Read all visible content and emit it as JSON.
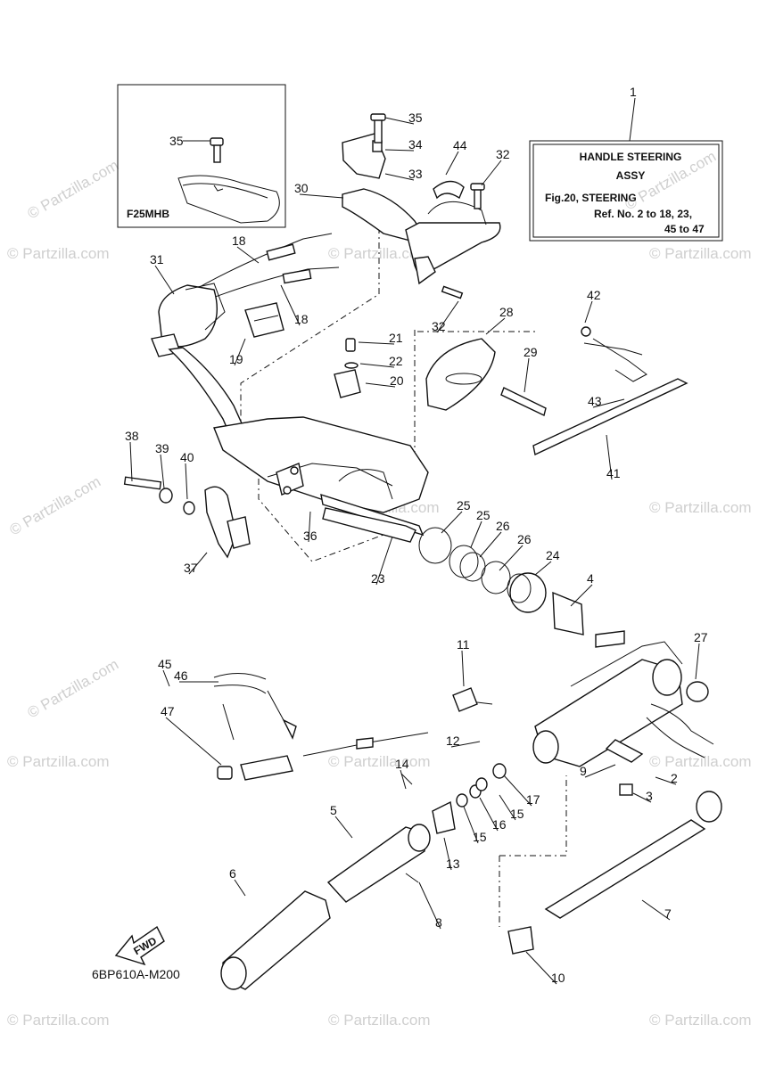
{
  "info_box": {
    "ref_number": "1",
    "title_line1": "HANDLE STEERING",
    "title_line2": "ASSY",
    "fig_line": "Fig.20, STEERING",
    "ref_line1": "Ref. No. 2 to 18, 23,",
    "ref_line2": "45 to 47"
  },
  "inset": {
    "model_label": "F25MHB",
    "callout": "35"
  },
  "diagram_code": "6BP610A-M200",
  "fwd_label": "FWD",
  "watermark_text": "© Partzilla.com",
  "callouts": [
    "2",
    "3",
    "4",
    "5",
    "6",
    "7",
    "8",
    "9",
    "10",
    "11",
    "12",
    "13",
    "14",
    "15",
    "15",
    "16",
    "17",
    "18",
    "18",
    "19",
    "20",
    "21",
    "22",
    "23",
    "24",
    "25",
    "25",
    "26",
    "26",
    "27",
    "28",
    "29",
    "30",
    "31",
    "32",
    "32",
    "33",
    "34",
    "35",
    "36",
    "37",
    "38",
    "39",
    "40",
    "41",
    "42",
    "43",
    "44",
    "45",
    "46",
    "47"
  ]
}
